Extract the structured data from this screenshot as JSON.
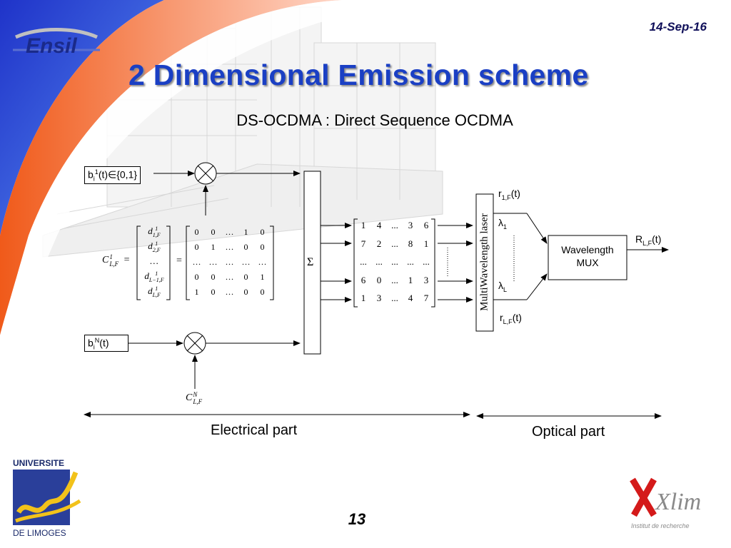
{
  "header": {
    "date": "14-Sep-16",
    "title": "2 Dimensional Emission scheme",
    "subtitle": "DS-OCDMA : Direct Sequence OCDMA"
  },
  "logos": {
    "ensil": "Ensil",
    "universite_top": "UNIVERSITE",
    "universite_bottom": "DE LIMOGES",
    "xlim": "Xlim",
    "xlim_sub": "Institut de recherche"
  },
  "diagram": {
    "input_top": {
      "b": "b",
      "sub": "i",
      "sup": "1",
      "rest": "(t)∈{0,1}"
    },
    "input_bottom": {
      "b": "b",
      "sub": "i",
      "sup": "N",
      "rest": "(t)"
    },
    "code_bottom": {
      "c": "C",
      "sup": "N",
      "sub": "L,F"
    },
    "sum_symbol": "Σ",
    "laser_label": "MultiWavelength laser",
    "r1": {
      "r": "r",
      "sub": "1,F",
      "rest": "(t)"
    },
    "rL": {
      "r": "r",
      "sub": "L,F",
      "rest": "(t)"
    },
    "lambda1": {
      "l": "λ",
      "sub": "1"
    },
    "lambdaL": {
      "l": "λ",
      "sub": "L"
    },
    "mux": {
      "line1": "Wavelength",
      "line2": "MUX"
    },
    "output": {
      "r": "R",
      "sub": "L,F",
      "rest": "(t)"
    },
    "equation": {
      "lhs": "C",
      "lhs_sup": "1",
      "lhs_sub": "L,F",
      "eq": "=",
      "vec": [
        {
          "d": "d",
          "sup": "1",
          "sub": "1,F"
        },
        {
          "d": "d",
          "sup": "1",
          "sub": "2,F"
        },
        {
          "d": "…",
          "sup": "",
          "sub": ""
        },
        {
          "d": "d",
          "sup": "1",
          "sub": "L−1,F"
        },
        {
          "d": "d",
          "sup": "1",
          "sub": "L,F"
        }
      ],
      "binary_rows": [
        [
          "0",
          "0",
          "…",
          "1",
          "0"
        ],
        [
          "0",
          "1",
          "…",
          "0",
          "0"
        ],
        [
          "…",
          "…",
          "…",
          "…",
          "…"
        ],
        [
          "0",
          "0",
          "…",
          "0",
          "1"
        ],
        [
          "1",
          "0",
          "…",
          "0",
          "0"
        ]
      ]
    },
    "code_matrix": [
      [
        "1",
        "4",
        "...",
        "3",
        "6"
      ],
      [
        "7",
        "2",
        "...",
        "8",
        "1"
      ],
      [
        "...",
        "...",
        "...",
        "...",
        "..."
      ],
      [
        "6",
        "0",
        "...",
        "1",
        "3"
      ],
      [
        "1",
        "3",
        "...",
        "4",
        "7"
      ]
    ],
    "electrical_label": "Electrical part",
    "optical_label": "Optical part"
  },
  "footer": {
    "page": "13"
  },
  "colors": {
    "title": "#1a3fc4",
    "swoosh_red": "#e8471e",
    "swoosh_blue": "#2b3fd9"
  }
}
